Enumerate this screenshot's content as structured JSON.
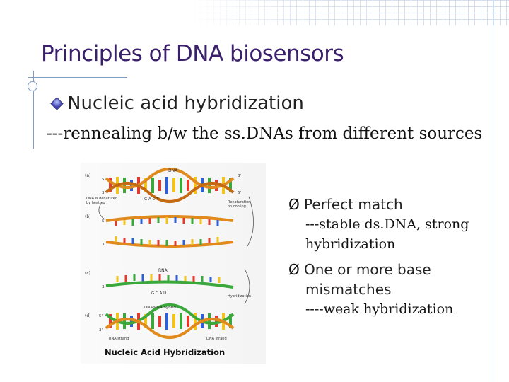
{
  "slide": {
    "title": "Principles of DNA biosensors",
    "bullet": "Nucleic acid hybridization",
    "subline": "---rennealing b/w the ss.DNAs from different sources",
    "points": [
      {
        "heading": "Perfect match",
        "detail_lines": [
          "---stable ds.DNA, strong",
          "hybridization"
        ]
      },
      {
        "heading_lines": [
          "One or more base",
          "mismatches"
        ],
        "detail_lines": [
          "----weak hybridization"
        ]
      }
    ],
    "arrow_glyph": "Ø"
  },
  "figure": {
    "panel_a": "(a)",
    "panel_b": "(b)",
    "panel_c": "(c)",
    "panel_d": "(d)",
    "dna_label": "DNA",
    "denature_label_1": "DNA is denatured",
    "denature_label_2": "by heating",
    "gact_label": "G A C T",
    "renature_label_1": "Renaturation",
    "renature_label_2": "on cooling",
    "rna_label": "RNA",
    "gcau_label": "G C A U",
    "hybridization_label": "Hybridization",
    "hybrid_label": "DNA/RNA hybrid",
    "rna_strand_label": "RNA strand",
    "dna_strand_label": "DNA strand",
    "end_5": "5'",
    "end_3": "3'",
    "caption": "Nucleic Acid Hybridization"
  },
  "colors": {
    "title": "#3a1f6b",
    "rule": "#7f9cc7",
    "rna": "#3aa83a",
    "dna_strand": "#e08a1e"
  }
}
